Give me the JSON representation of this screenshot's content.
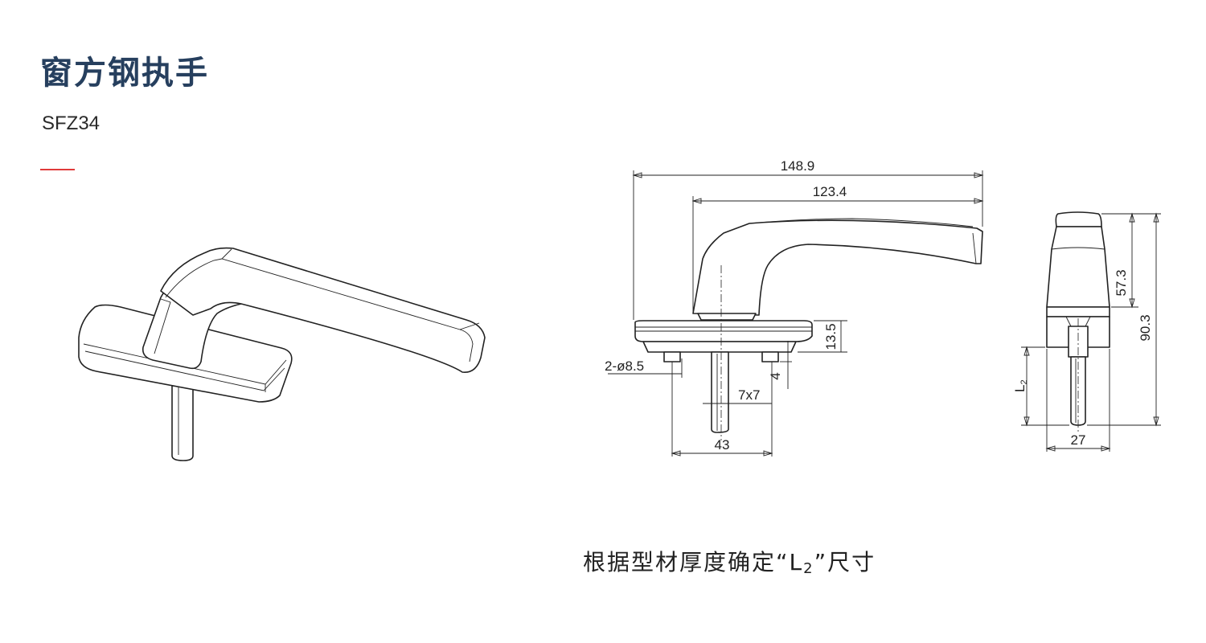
{
  "header": {
    "title": "窗方钢执手",
    "model": "SFZ34",
    "accent_color": "#e03a3a",
    "title_color": "#263f5e"
  },
  "dimensions": {
    "total_length": "148.9",
    "handle_length": "123.4",
    "base_height": "13.5",
    "hole_spec": "2-ø8.5",
    "pin_height": "4",
    "spindle_size": "7x7",
    "hole_spacing": "43",
    "grip_height": "57.3",
    "total_height": "90.3",
    "spindle_length": "L",
    "spindle_length_sub": "2",
    "side_width": "27"
  },
  "note": {
    "prefix": "根据型材厚度确定“",
    "symbol": "L",
    "symbol_sub": "2",
    "suffix": "”尺寸"
  }
}
